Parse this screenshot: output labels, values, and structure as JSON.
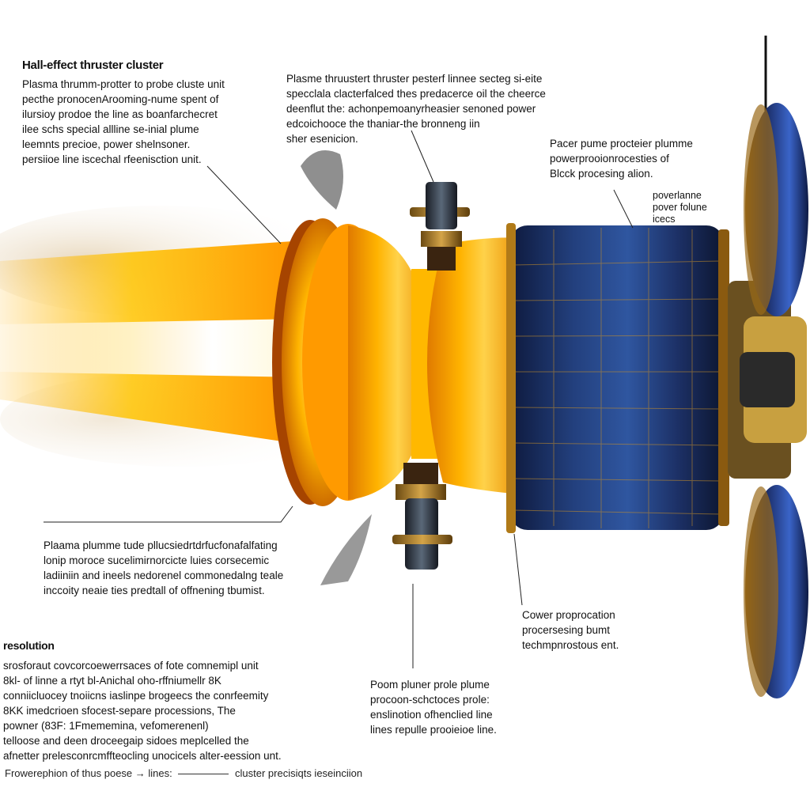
{
  "title": "Hall-effect thruster cluster",
  "labels": {
    "top_left": "Plasma thrumm-protter to probe cluste unit\npecthe pronocenArooming-nume spent of\nilursioy prodoe the line as boanfarchecret\nilee schs special allline se-inial plume\nleemnts precioe, power shelnsoner.\npersiioe line iscechal rfeenisction unit.",
    "top_center": "Plasme thruustert thruster pesterf linnee secteg si-eite\nspecclala clacterfalced thes predacerce oil the cheerce\ndeenflut the: achonpemoanyrheasier senoned power\nedcoichooce the thaniar-the bronneng iin\nsher esenicion.",
    "right_upper": "Pacer pume procteier plumme\npowerprooionrocesties of\nBlcck procesing alion.",
    "right_small": "poverlanne\npover folune\nicecs",
    "mid_left": "Plaama plumme tude pllucsiedrtdrfucfonafalfating\nlonip moroce sucelimirnorcicte luies corsecemic\nladiiniin and ineels nedorenel commonedalng teale\ninccoity neaie ties predtall of offnening tbumist.",
    "right_mid": "Cower proprocation\nprocersesing bumt\ntechmpnrostous ent.",
    "resolution_heading": "resolution",
    "resolution_body": "srosforaut covcorcoewerrsaces of fote comnemipl unit\n8kl- of linne a rtyt bl-Anichal oho-rffniumellr 8K\nconniicluocey tnoiicns iaslinpe brogeecs the conrfeemity\n8KK imedcrioen sfocest-separe processions, The\npowner (83F: 1Fmememina, vefomerenenl)\ntelloose and deen droceegaip sidoes meplcelled the\nafnetter prelesconrcmffteocling unocicels alter-eession unt.",
    "bottom_center": "Poom pluner prole plume\nprocoon-schctoces prole:\nenslinotion ofhenclied line\nlines repulle prooieioe line.",
    "footer_a": "Frowerephion of thus poese",
    "footer_b": "lines:",
    "footer_c": "cluster precisiqts ieseinciion"
  },
  "colors": {
    "plasma_core": "#fffbe6",
    "plasma_glow": "#ffb000",
    "ring_orange": "#ff9a00",
    "panel_blue": "#1c2f6b",
    "gold": "#c89430"
  }
}
